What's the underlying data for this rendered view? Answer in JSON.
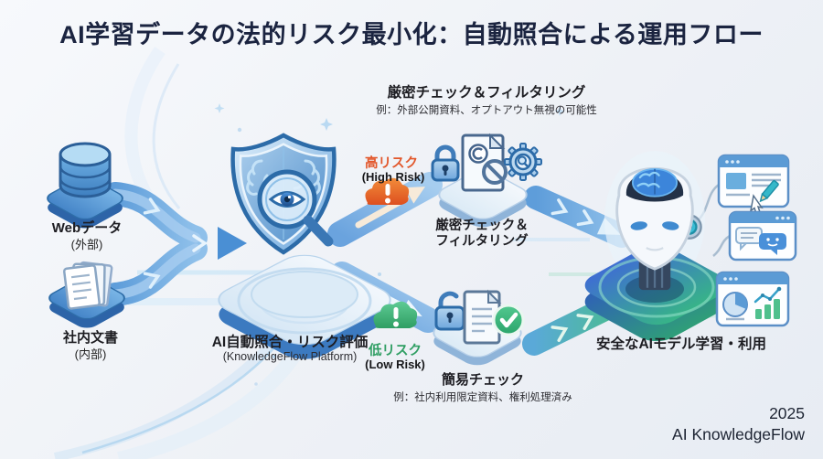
{
  "title": "AI学習データの法的リスク最小化：自動照合による運用フロー",
  "sources": {
    "web": {
      "label": "Webデータ",
      "sublabel": "(外部)",
      "icon": "database-icon"
    },
    "docs": {
      "label": "社内文書",
      "sublabel": "(内部)",
      "icon": "documents-icon"
    }
  },
  "platform": {
    "label": "AI自動照合・リスク評価",
    "sublabel": "(KnowledgeFlow Platform)",
    "icon": "shield-magnifier-icon"
  },
  "risk": {
    "high": {
      "label": "高リスク",
      "sublabel": "(High Risk)",
      "color": "#e2572b",
      "icon": "alert-cloud-icon"
    },
    "low": {
      "label": "低リスク",
      "sublabel": "(Low Risk)",
      "color": "#2f9e63",
      "icon": "ok-cloud-icon"
    }
  },
  "strict": {
    "heading": "厳密チェック＆フィルタリング",
    "note": "例：外部公開資料、オプトアウト無視の可能性",
    "label_line1": "厳密チェック＆",
    "label_line2": "フィルタリング",
    "icons": [
      "lock-icon",
      "copyright-doc-icon",
      "gear-scan-icon"
    ]
  },
  "simple": {
    "label": "簡易チェック",
    "note": "例：社内利用限定資料、権利処理済み",
    "icons": [
      "unlock-icon",
      "cleared-doc-icon",
      "check-circle-icon"
    ]
  },
  "outcome": {
    "label": "安全なAIモデル学習・利用",
    "icon": "robot-head-icon",
    "apps": [
      "editor-window-icon",
      "chat-window-icon",
      "analytics-window-icon"
    ]
  },
  "footer": {
    "year": "2025",
    "brand": "AI KnowledgeFlow"
  },
  "colors": {
    "background": "#eef1f6",
    "title": "#1b2440",
    "flow_blue": "#4a90d9",
    "platform_blue": "#3c7ac0",
    "risk_high": "#e2572b",
    "risk_low": "#2f9e63",
    "outcome_green": "#3fbf8f"
  }
}
